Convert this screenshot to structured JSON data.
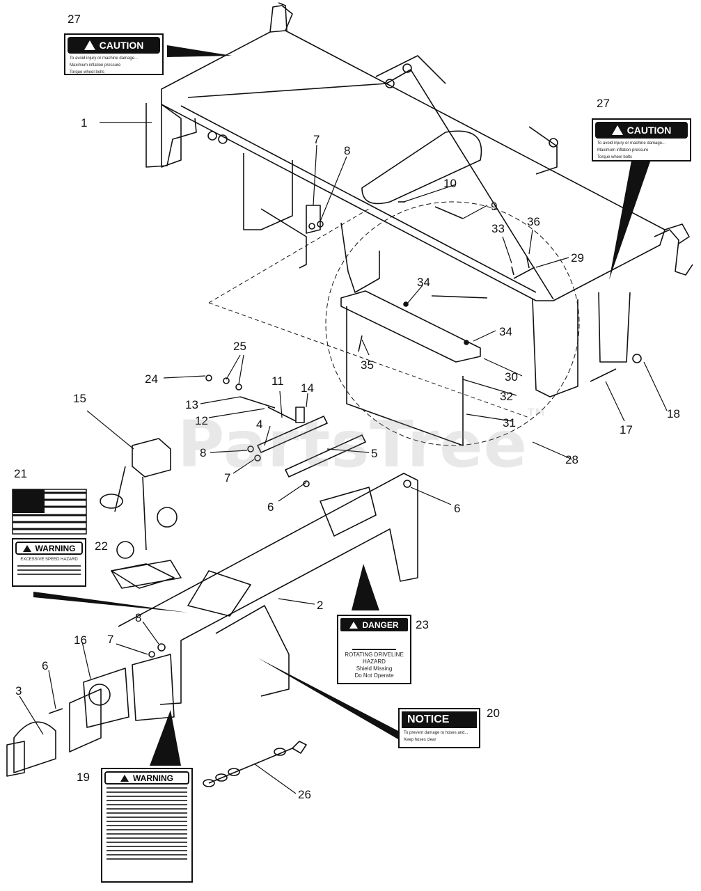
{
  "watermark": {
    "text": "PartsTree",
    "mark": "TM"
  },
  "callouts": [
    "27",
    "1",
    "7",
    "8",
    "10",
    "9",
    "33",
    "36",
    "29",
    "27",
    "34",
    "34",
    "35",
    "30",
    "32",
    "31",
    "28",
    "18",
    "17",
    "25",
    "24",
    "14",
    "11",
    "13",
    "12",
    "15",
    "4",
    "8",
    "5",
    "7",
    "21",
    "6",
    "6",
    "22",
    "2",
    "8",
    "16",
    "7",
    "6",
    "3",
    "23",
    "20",
    "19",
    "26"
  ],
  "decals": {
    "caution_top_left": {
      "title": "CAUTION",
      "text": "To avoid injury or machine damage...",
      "bullets": [
        "Maximum inflation pressure",
        "Torque wheel bolts"
      ]
    },
    "caution_right": {
      "title": "CAUTION",
      "text": "To avoid injury or machine damage...",
      "bullets": [
        "Maximum inflation pressure",
        "Torque wheel bolts"
      ]
    },
    "warning_speed": {
      "title": "WARNING",
      "subtitle": "EXCESSIVE SPEED HAZARD"
    },
    "danger": {
      "title": "DANGER",
      "lines": [
        "ROTATING DRIVELINE",
        "HAZARD",
        "Shield Missing",
        "Do Not Operate"
      ]
    },
    "notice": {
      "title": "NOTICE",
      "text": "To prevent damage to hoses and...",
      "bullet": "Keep hoses clear"
    },
    "warning_large": {
      "title": "WARNING"
    }
  },
  "colors": {
    "ink": "#111111",
    "paper": "#ffffff"
  },
  "icons": [
    "caution-triangle-icon",
    "us-flag-icon",
    "danger-pictogram-icon"
  ]
}
